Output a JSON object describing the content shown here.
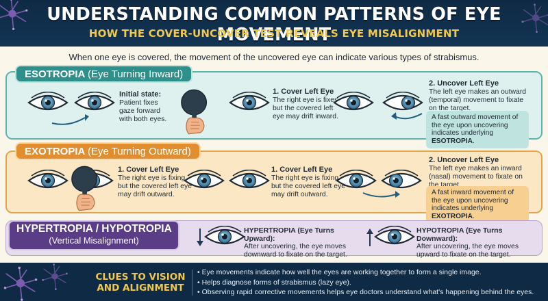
{
  "header": {
    "title": "UNDERSTANDING COMMON PATTERNS OF EYE MOVEMENT",
    "subtitle": "HOW THE COVER-UNCOVER TEST REVEALS EYE MISALIGNMENT"
  },
  "intro": "When one eye is covered, the movement of the uncovered eye can indicate various types of strabismus.",
  "esotropia": {
    "label": "ESOTROPIA",
    "label_paren": "(Eye Turning Inward)",
    "initial_heading": "Initial state:",
    "initial_body": [
      "Patient fixes",
      "gaze forward",
      "with both eyes."
    ],
    "step1_heading": "1. Cover Left Eye",
    "step1_body": [
      "The right eye is fixes,",
      "but the covered left",
      "eye may drift inward."
    ],
    "step2_heading": "2. Uncover Left Eye",
    "step2_body": [
      "The left eye makes an outward",
      "(temporal) movement to fixate",
      "on the target."
    ],
    "note_text": "A fast outward movement of the eye upon uncovering indicates underlying",
    "note_emph": "ESOTROPIA",
    "note_end": "."
  },
  "exotropia": {
    "label": "EXOTROPIA",
    "label_paren": "(Eye Turning Outward)",
    "step1_heading": "1. Cover Left Eye",
    "step1_body": [
      "The right eye is fixing,",
      "but the covered left eye",
      "may drift outward."
    ],
    "step1b_heading": "1. Cover Left Eye",
    "step1b_body": [
      "The right eye is fixing,",
      "but the covered left eye",
      "may drift outward."
    ],
    "step2_heading": "2. Uncover Left Eye",
    "step2_body": [
      "The left eye makes an inward",
      "(nasal) movement to fixate on",
      "the target."
    ],
    "note_text": "A fast inward movement of the eye upon uncovering indicates underlying",
    "note_emph": "EXOTROPIA",
    "note_end": "."
  },
  "vertical": {
    "label": "HYPERTROPIA / HYPOTROPIA",
    "label_sub": "(Vertical Misalignment)",
    "hyper_heading": "HYPERTROPIA (Eye Turns Upward):",
    "hyper_body": [
      "After uncovering, the eye moves",
      "downward to fixate on the target."
    ],
    "hypo_heading": "HYPOTROPIA (Eye Turns Downward):",
    "hypo_body": [
      "After uncovering, the eye moves",
      "upward to fixate on the target."
    ]
  },
  "footer": {
    "title_line1": "CLUES TO VISION",
    "title_line2": "AND ALIGNMENT",
    "bullets": [
      "Eye movements indicate how well the eyes are working together to form a single image.",
      "Helps diagnose forms of strabismus (lazy eye).",
      "Observing rapid corrective movements helps eye doctors understand what's happening behind the eyes."
    ]
  },
  "colors": {
    "header_bg": "#0f2a44",
    "accent_gold": "#f2c94c",
    "esotropia": "#2f8f8a",
    "exotropia": "#e08e2f",
    "vertical": "#5a3d86",
    "iris": "#5b93b3"
  },
  "icons": [
    "eye-icon",
    "hand-occluder-icon",
    "arrow-icon",
    "neuron-icon"
  ]
}
